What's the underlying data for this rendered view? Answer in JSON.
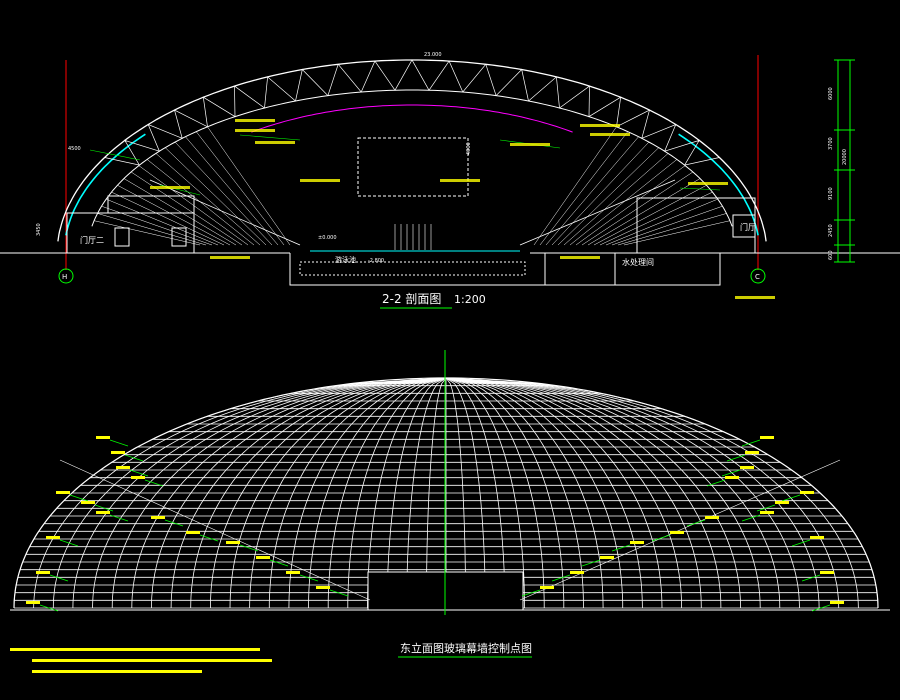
{
  "section": {
    "title": "2-2 剖面图",
    "scale": "1:200",
    "labels": {
      "left_room": "门厅二",
      "right_room": "门厅",
      "pool": "游泳池",
      "water_room": "水处理间",
      "axis_left": "H",
      "axis_right": "C",
      "level_pool": "-2.800",
      "level_ground": "±0.000",
      "level_top": "23.000"
    },
    "dims_right": [
      "6000",
      "3700",
      "9100",
      "2450",
      "600"
    ],
    "dims_right_total": "20000",
    "dims_left": [
      "4500",
      "3450"
    ],
    "dim_center": "4000"
  },
  "elevation": {
    "title": "东立面图玻璃幕墙控制点图"
  },
  "colors": {
    "background": "#000000",
    "line": "#ffffff",
    "annotation": "#00ff00",
    "text": "#ffff00",
    "axis": "#ff0000",
    "glass": "#00ffff",
    "magenta": "#ff00ff"
  }
}
